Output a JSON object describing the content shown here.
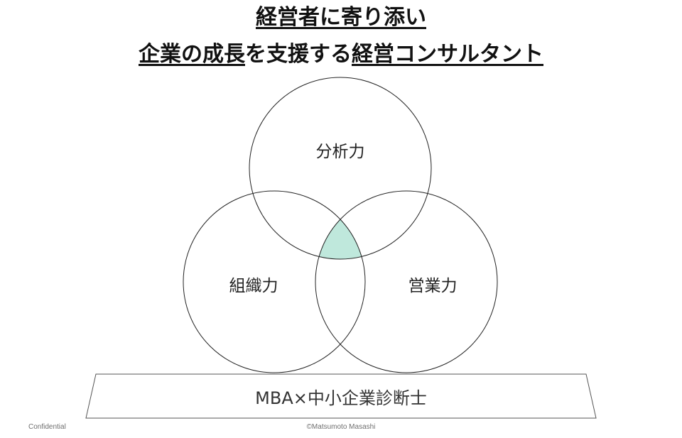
{
  "title": {
    "line1": "経営者に寄り添い",
    "line2_part1": "企業の成長",
    "line2_part2": "を支援する",
    "line2_part3": "経営コンサルタント"
  },
  "venn": {
    "circles": [
      {
        "id": "top",
        "label": "分析力"
      },
      {
        "id": "left",
        "label": "組織力"
      },
      {
        "id": "right",
        "label": "営業力"
      }
    ],
    "intersection_color": "#bfe8dc"
  },
  "base": {
    "label": "MBA×中小企業診断士"
  },
  "footer": {
    "left": "Confidential",
    "center": "©Matsumoto Masashi"
  }
}
